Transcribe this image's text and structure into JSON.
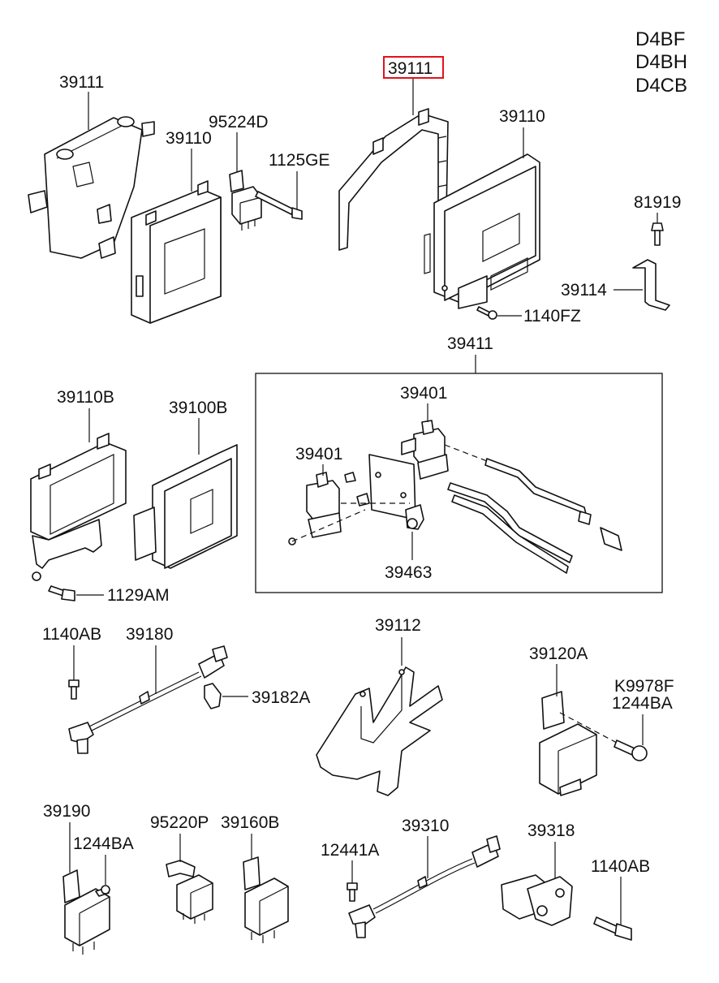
{
  "engine_codes": [
    "D4BF",
    "D4BH",
    "D4CB"
  ],
  "highlight_color": "#e3121b",
  "labels": {
    "p39111_left": "39111",
    "p39111_highlight": "39111",
    "p39110_small": "39110",
    "p39110_large": "39110",
    "p95224D": "95224D",
    "p1125GE": "1125GE",
    "p81919": "81919",
    "p39114": "39114",
    "p1140FZ": "1140FZ",
    "p39411": "39411",
    "p39110B": "39110B",
    "p39100B": "39100B",
    "p39401_top": "39401",
    "p39401_left": "39401",
    "p39463": "39463",
    "p1129AM": "1129AM",
    "p1140AB_left": "1140AB",
    "p39180": "39180",
    "p39182A": "39182A",
    "p39112": "39112",
    "p39120A": "39120A",
    "pK9978F": "K9978F",
    "p1244BA_right": "1244BA",
    "p39190": "39190",
    "p1244BA_left": "1244BA",
    "p95220P": "95220P",
    "p39160B": "39160B",
    "p12441A": "12441A",
    "p39310": "39310",
    "p39318": "39318",
    "p1140AB_right": "1140AB"
  }
}
